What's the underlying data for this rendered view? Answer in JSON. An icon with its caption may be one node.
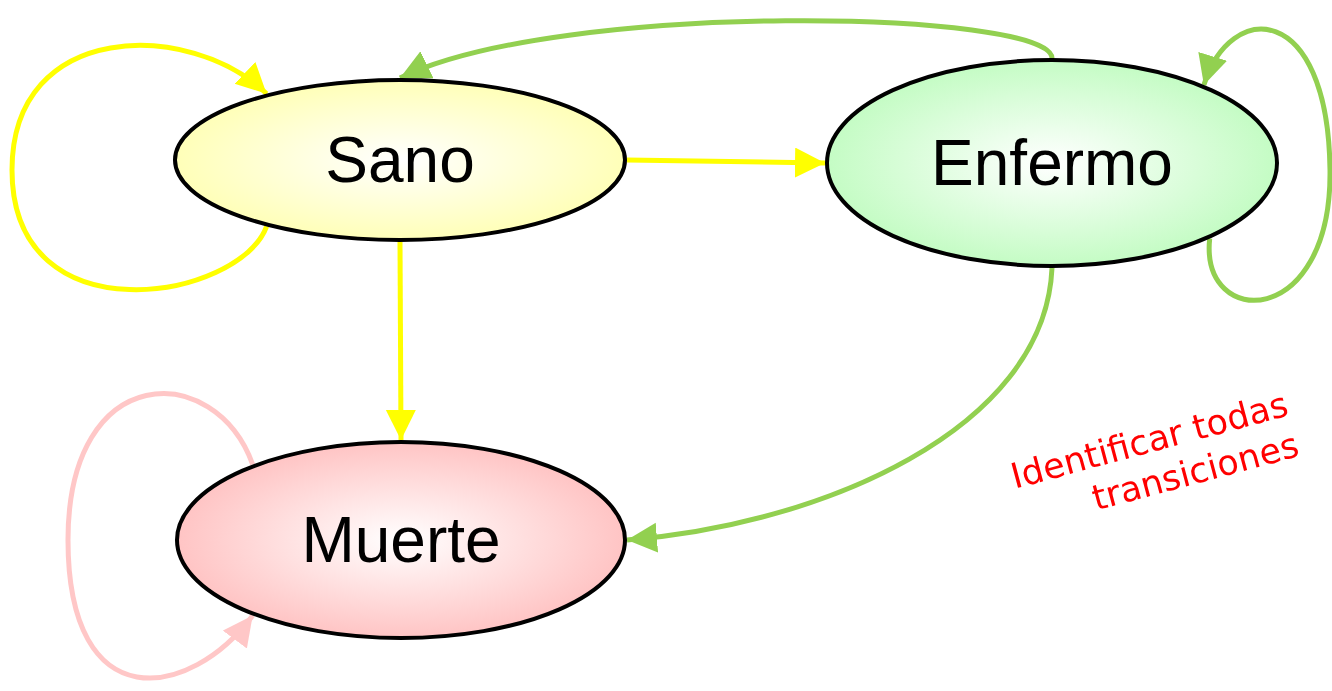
{
  "diagram": {
    "nodes": [
      {
        "text": [
          "Sano"
        ]
      },
      {
        "text": [
          "Enfermo"
        ]
      },
      {
        "text": [
          "Muerte"
        ]
      }
    ],
    "edges": [
      {
        "from": 0,
        "to": 0,
        "arrow": "to",
        "color": "#ffff00"
      },
      {
        "from": 0,
        "to": 1,
        "arrow": "to",
        "color": "#ffff00"
      },
      {
        "from": 0,
        "to": 2,
        "arrow": "to",
        "color": "#ffff00"
      },
      {
        "from": 1,
        "to": 0,
        "arrow": "to",
        "color": "#92d050"
      },
      {
        "from": 1,
        "to": 1,
        "arrow": "to",
        "color": "#92d050"
      },
      {
        "from": 1,
        "to": 2,
        "arrow": "to",
        "color": "#92d050"
      },
      {
        "from": 2,
        "to": 2,
        "arrow": "to",
        "color": "#ffc7c7"
      }
    ],
    "labels": [
      "Identificar todas transiciones"
    ]
  }
}
